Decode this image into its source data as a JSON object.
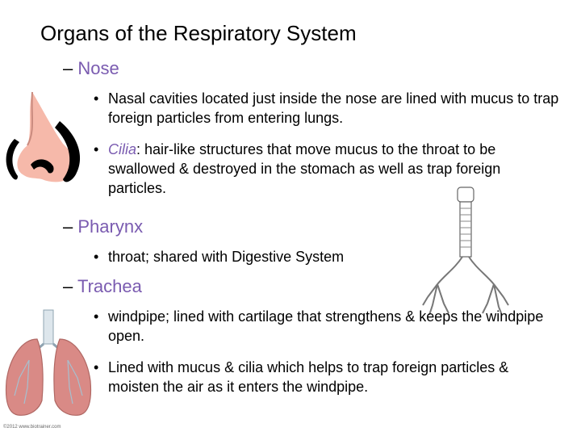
{
  "title": "Organs of the Respiratory System",
  "bullet_glyph": "•",
  "dash_glyph": "–",
  "sections": {
    "nose": {
      "heading": "Nose",
      "b1": "Nasal cavities located just inside the nose are lined with mucus to trap foreign particles from entering lungs.",
      "b2_term": "Cilia",
      "b2_rest": ": hair-like structures that move mucus to the throat to be swallowed & destroyed in the stomach as well as trap foreign particles."
    },
    "pharynx": {
      "heading": "Pharynx",
      "b1": "throat; shared with Digestive System"
    },
    "trachea": {
      "heading": "Trachea",
      "b1": "windpipe; lined with cartilage that strengthens & keeps the windpipe open.",
      "b2": "Lined with mucus & cilia which helps to trap foreign particles & moisten the air as it enters the windpipe."
    }
  },
  "credit": "©2012 www.biotrainer.com",
  "colors": {
    "accent": "#7a5bb0",
    "nose_skin": "#f6b9aa",
    "lung": "#d98a86"
  },
  "images": [
    "nose-illustration",
    "trachea-bronchi-illustration",
    "lungs-illustration"
  ]
}
